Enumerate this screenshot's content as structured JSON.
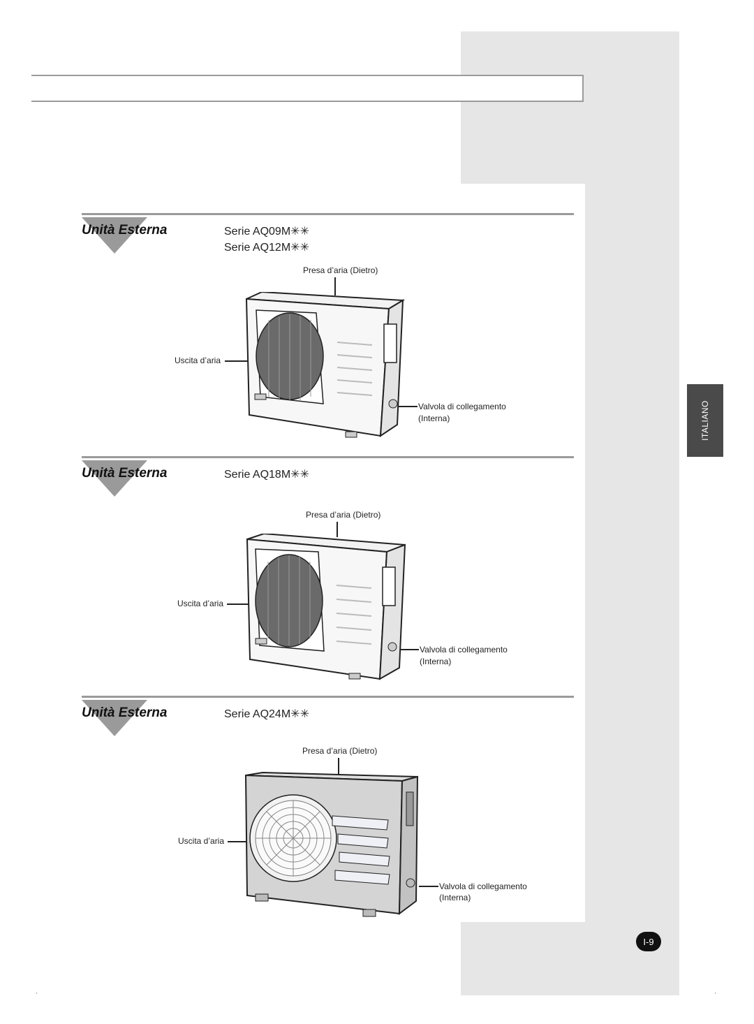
{
  "sidebar": {
    "language": "ITALIANO"
  },
  "sections": [
    {
      "heading": "Unità Esterna",
      "serie_lines": [
        "Serie AQ09M✳✳",
        "Serie AQ12M✳✳"
      ],
      "labels": {
        "intake": "Presa d’aria (Dietro)",
        "outlet": "Uscita d’aria",
        "valve_1": "Valvola di collegamento",
        "valve_2": "(Interna)"
      }
    },
    {
      "heading": "Unità Esterna",
      "serie_lines": [
        "Serie AQ18M✳✳"
      ],
      "labels": {
        "intake": "Presa d’aria (Dietro)",
        "outlet": "Uscita d’aria",
        "valve_1": "Valvola di collegamento",
        "valve_2": "(Interna)"
      }
    },
    {
      "heading": "Unità Esterna",
      "serie_lines": [
        "Serie AQ24M✳✳"
      ],
      "labels": {
        "intake": "Presa d’aria (Dietro)",
        "outlet": "Uscita d’aria",
        "valve_1": "Valvola di collegamento",
        "valve_2": "(Interna)"
      }
    }
  ],
  "footer": {
    "page_number": "I-9"
  }
}
